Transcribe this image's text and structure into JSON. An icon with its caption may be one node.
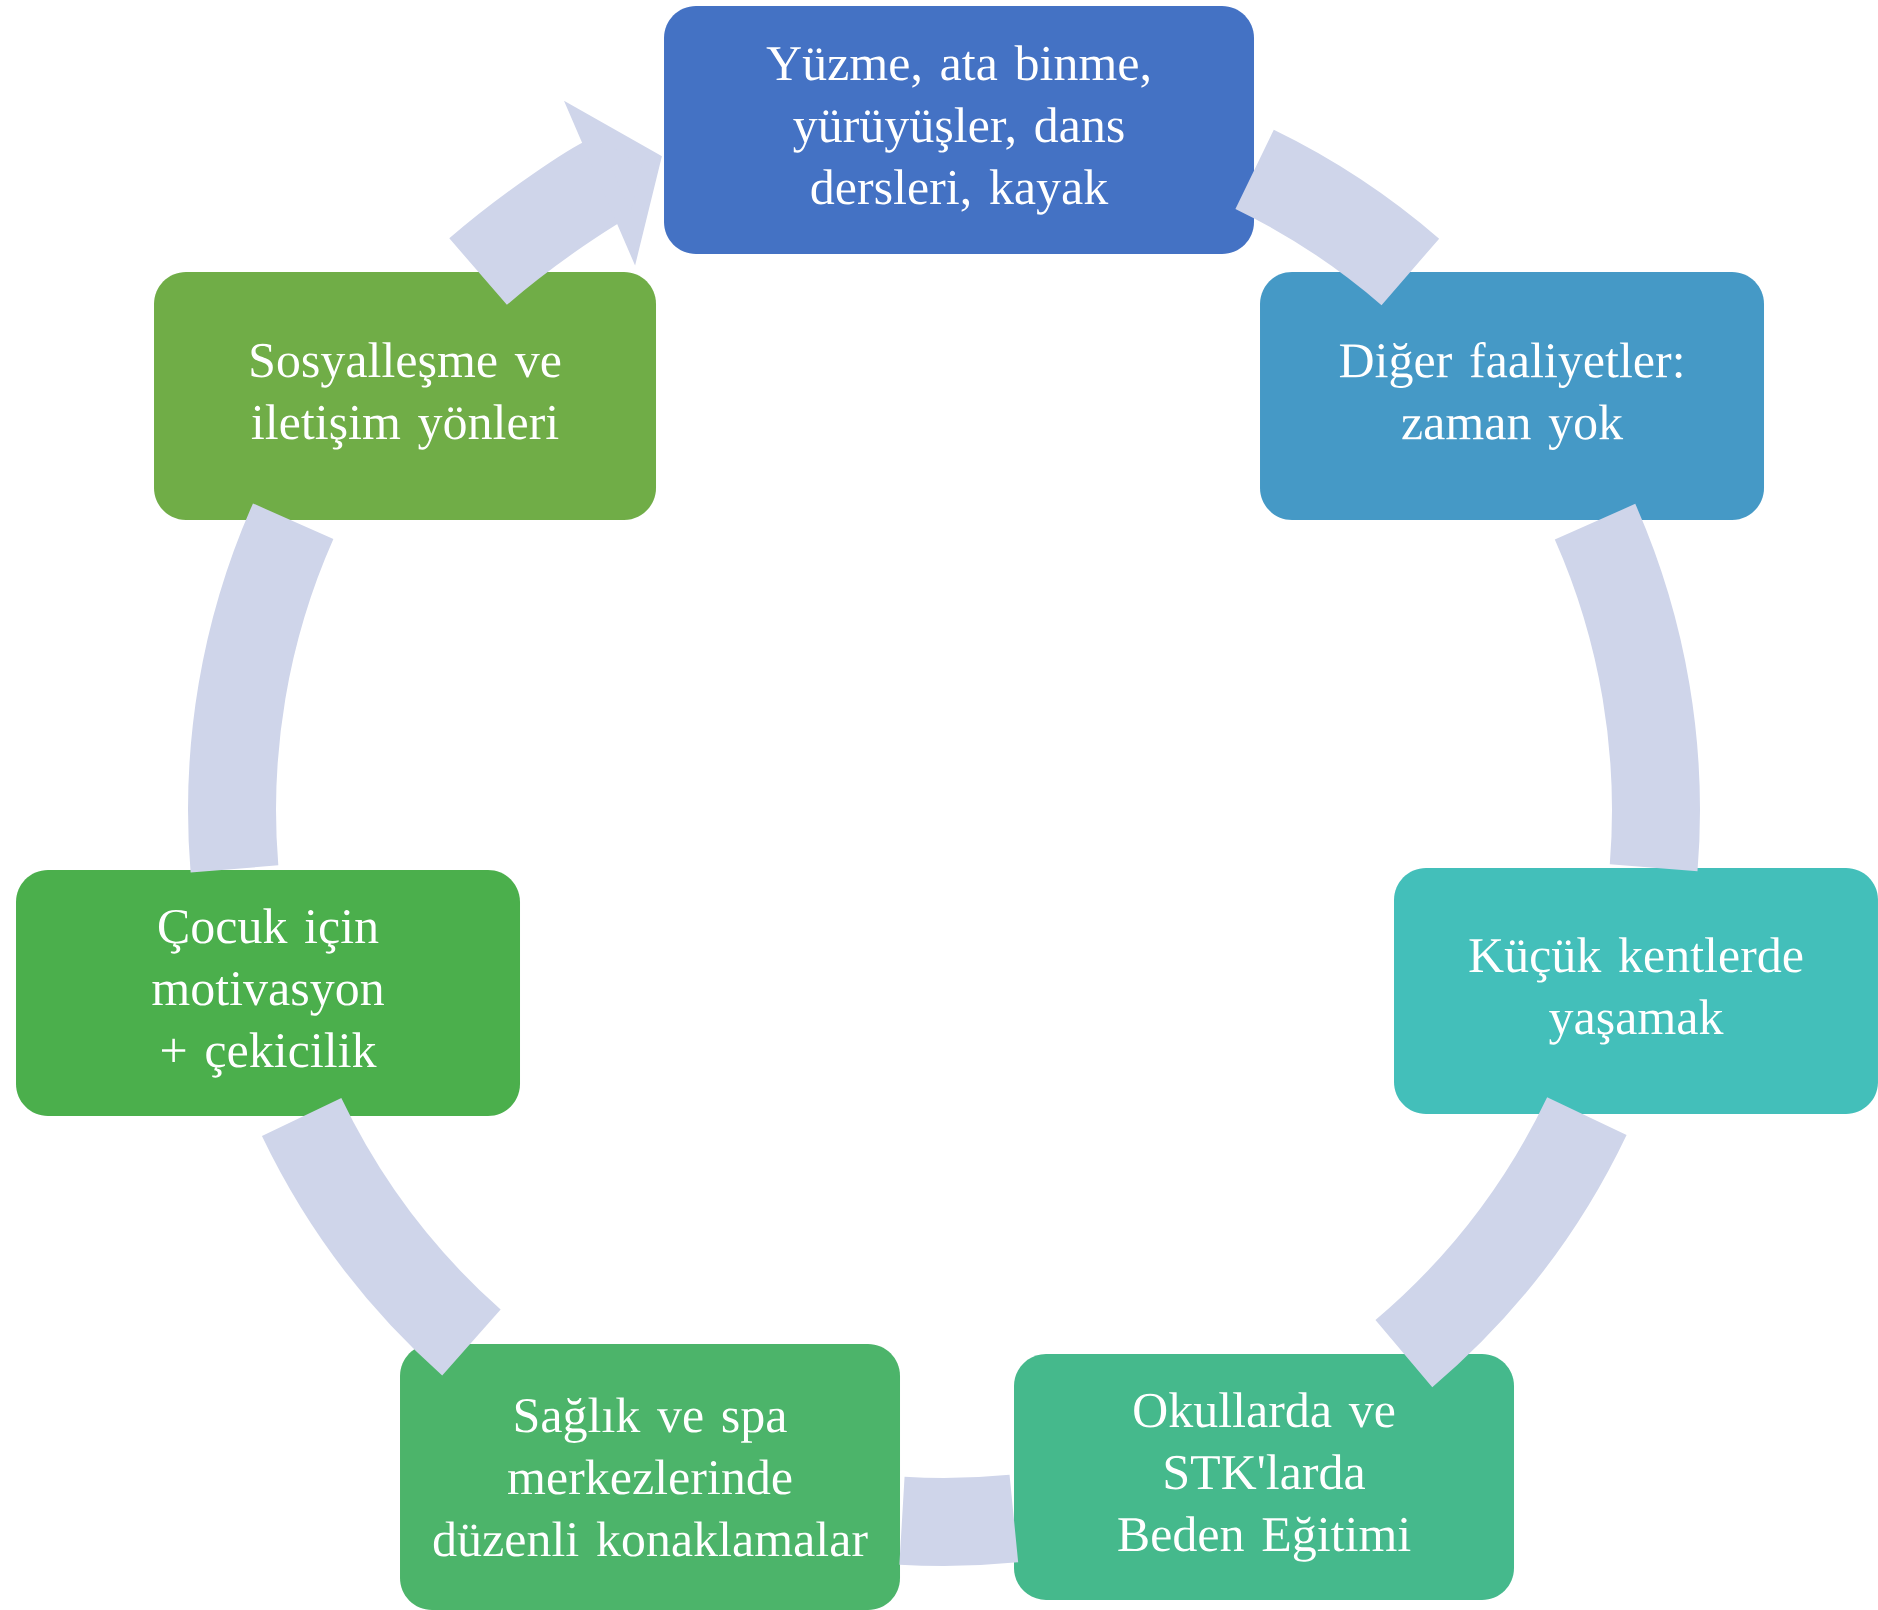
{
  "diagram": {
    "nodes": [
      {
        "text": [
          "Yüzme, ata binme, yürüyüşler, dans dersleri, kayak"
        ]
      },
      {
        "text": [
          "Diğer faaliyetler: zaman yok"
        ]
      },
      {
        "text": [
          "Küçük kentlerde yaşamak"
        ]
      },
      {
        "text": [
          "Okullarda ve STK'larda Beden Eğitimi"
        ]
      },
      {
        "text": [
          "Sağlık ve spa merkezlerinde düzenli konaklamalar"
        ]
      },
      {
        "text": [
          "Çocuk için motivasyon + çekicilik"
        ]
      },
      {
        "text": [
          "Sosyalleşme ve iletişim yönleri"
        ]
      }
    ],
    "edges": [
      {
        "from": 0,
        "to": 1,
        "arrow": "none"
      },
      {
        "from": 1,
        "to": 2,
        "arrow": "none"
      },
      {
        "from": 2,
        "to": 3,
        "arrow": "none"
      },
      {
        "from": 3,
        "to": 4,
        "arrow": "none"
      },
      {
        "from": 4,
        "to": 5,
        "arrow": "none"
      },
      {
        "from": 5,
        "to": 6,
        "arrow": "none"
      },
      {
        "from": 6,
        "to": 0,
        "arrow": "to"
      }
    ]
  }
}
